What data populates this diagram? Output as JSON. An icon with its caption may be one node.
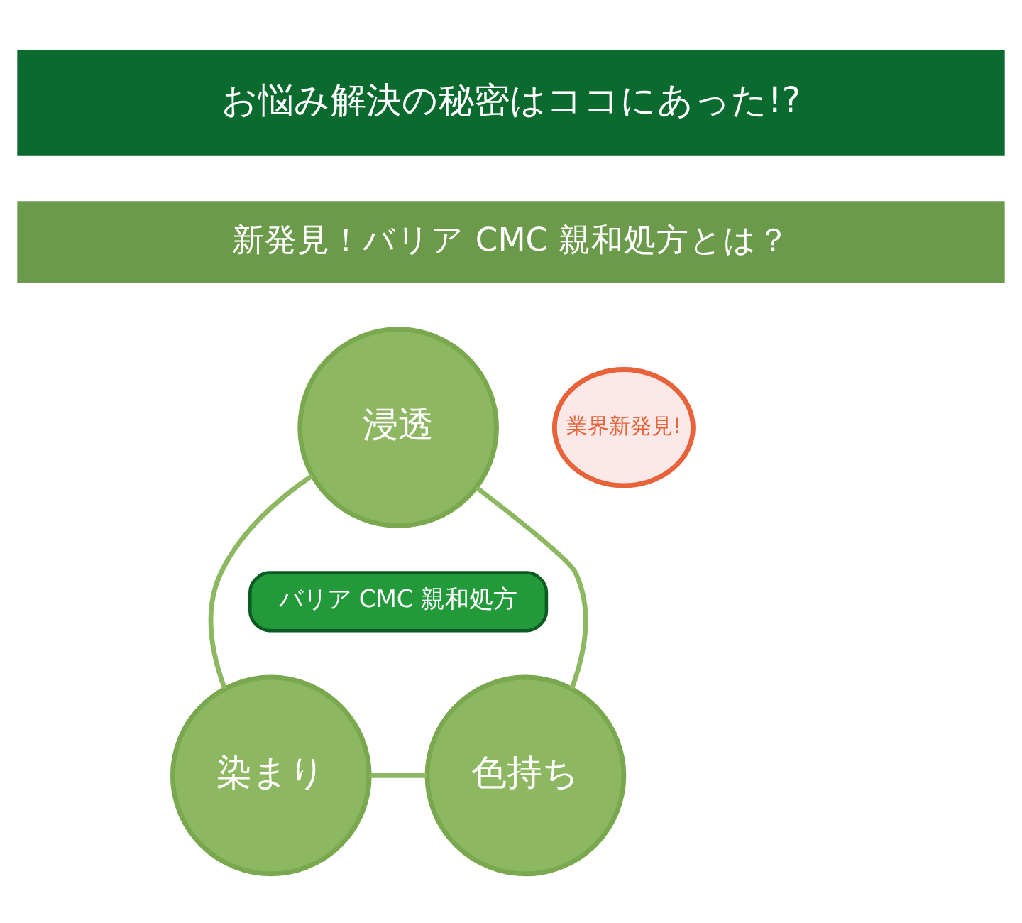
{
  "diagram": {
    "nodes": [
      {
        "text": [
          "お悩み解決の秘密はココにあった!?"
        ]
      },
      {
        "text": [
          "新発見！バリア CMC 親和処方とは？"
        ]
      },
      {
        "text": [
          "浸透"
        ]
      },
      {
        "text": [
          "業界新発見!"
        ]
      },
      {
        "text": [
          "バリア CMC 親和処方"
        ]
      },
      {
        "text": [
          "染まり"
        ]
      },
      {
        "text": [
          "色持ち"
        ]
      }
    ],
    "edges": [
      {
        "from": 2,
        "to": 5,
        "arrow": "none"
      },
      {
        "from": 2,
        "to": 6,
        "arrow": "none"
      },
      {
        "from": 5,
        "to": 6,
        "arrow": "none"
      }
    ]
  }
}
